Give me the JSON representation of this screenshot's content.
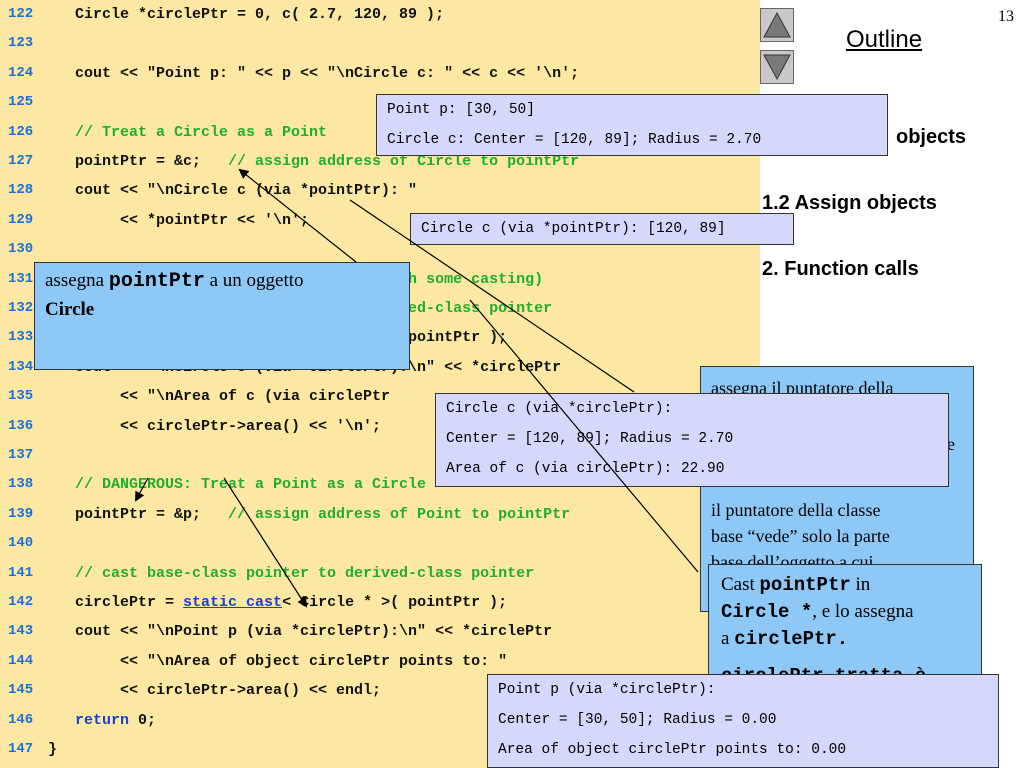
{
  "page_number": "13",
  "outline": {
    "title": "Outline",
    "items": [
      "objects",
      "1.2 Assign objects",
      "2. Function calls"
    ]
  },
  "code_lines": [
    {
      "num": "122",
      "parts": [
        {
          "t": "   Circle *circlePtr = 0, c( 2.7, 120, 89 );",
          "c": ""
        }
      ]
    },
    {
      "num": "123",
      "parts": []
    },
    {
      "num": "124",
      "parts": [
        {
          "t": "   cout << \"Point p: \" << p << \"\\nCircle c: \" << c << '\\n';",
          "c": ""
        }
      ]
    },
    {
      "num": "125",
      "parts": []
    },
    {
      "num": "126",
      "parts": [
        {
          "t": "   // Treat a Circle as a Point",
          "c": "cm"
        }
      ]
    },
    {
      "num": "127",
      "parts": [
        {
          "t": "   pointPtr = &c;   ",
          "c": ""
        },
        {
          "t": "// assign address of Circle to pointPtr",
          "c": "cm"
        }
      ]
    },
    {
      "num": "128",
      "parts": [
        {
          "t": "   cout << \"\\nCircle c (via *pointPtr): \"",
          "c": ""
        }
      ]
    },
    {
      "num": "129",
      "parts": [
        {
          "t": "        << *pointPtr << '\\n';",
          "c": ""
        }
      ]
    },
    {
      "num": "130",
      "parts": []
    },
    {
      "num": "131",
      "parts": [
        {
          "t": "                                     with some casting)",
          "c": "cm"
        }
      ]
    },
    {
      "num": "132",
      "parts": [
        {
          "t": "                                     rived-class pointer",
          "c": "cm"
        }
      ]
    },
    {
      "num": "133",
      "parts": [
        {
          "t": "                                   * >( pointPtr );",
          "c": ""
        }
      ]
    },
    {
      "num": "134",
      "parts": [
        {
          "t": "   cout << \"\\nCircle c (via *circlePtr):\\n\" << *circlePtr",
          "c": ""
        }
      ]
    },
    {
      "num": "135",
      "parts": [
        {
          "t": "        << \"\\nArea of c (via circlePtr",
          "c": ""
        }
      ]
    },
    {
      "num": "136",
      "parts": [
        {
          "t": "        << circlePtr->area() << '\\n';",
          "c": ""
        }
      ]
    },
    {
      "num": "137",
      "parts": []
    },
    {
      "num": "138",
      "parts": [
        {
          "t": "   // DANGEROUS: Treat a Point as a Circle",
          "c": "cm"
        }
      ]
    },
    {
      "num": "139",
      "parts": [
        {
          "t": "   pointPtr = &p;   ",
          "c": ""
        },
        {
          "t": "// assign address of Point to pointPtr",
          "c": "cm"
        }
      ]
    },
    {
      "num": "140",
      "parts": []
    },
    {
      "num": "141",
      "parts": [
        {
          "t": "   // cast base-class pointer to derived-class pointer",
          "c": "cm"
        }
      ]
    },
    {
      "num": "142",
      "parts": [
        {
          "t": "   circlePtr = ",
          "c": ""
        },
        {
          "t": "static_cast",
          "c": "kw u"
        },
        {
          "t": "< Circle * >( pointPtr );",
          "c": ""
        }
      ]
    },
    {
      "num": "143",
      "parts": [
        {
          "t": "   cout << \"\\nPoint p (via *circlePtr):\\n\" << *circlePtr",
          "c": ""
        }
      ]
    },
    {
      "num": "144",
      "parts": [
        {
          "t": "        << \"\\nArea of object circlePtr points to: \"",
          "c": ""
        }
      ]
    },
    {
      "num": "145",
      "parts": [
        {
          "t": "        << circlePtr->area() << endl;",
          "c": ""
        }
      ]
    },
    {
      "num": "146",
      "parts": [
        {
          "t": "   ",
          "c": ""
        },
        {
          "t": "return",
          "c": "kw"
        },
        {
          "t": " 0;",
          "c": ""
        }
      ]
    },
    {
      "num": "147",
      "parts": [
        {
          "t": "}",
          "c": ""
        }
      ]
    }
  ],
  "output_boxes": {
    "box1": [
      "Point p: [30, 50]",
      "Circle c: Center = [120, 89]; Radius = 2.70"
    ],
    "box2": [
      "Circle c (via *pointPtr): [120, 89]"
    ],
    "box3": [
      "Circle c (via *circlePtr):",
      "Center = [120, 89]; Radius = 2.70",
      "Area of c (via circlePtr): 22.90"
    ],
    "box4": [
      "Point p (via *circlePtr):",
      "Center = [30, 50]; Radius = 0.00",
      "Area of object circlePtr points to: 0.00"
    ]
  },
  "notes": {
    "assign": {
      "t1": "assegna ",
      "t2": "pointPtr",
      "t3": " a un oggetto",
      "t4": "Circle"
    },
    "right_upper": {
      "l1": "assegna il puntatore della",
      "l2": "e",
      "l3": "il puntatore della classe",
      "l4": "base “vede” solo la parte",
      "l5": "base dell’oggetto a cui"
    },
    "cast": {
      "t1": "Cast ",
      "t2": "pointPtr",
      "t3": " in",
      "t4": "Circle *",
      "t5": ", e lo assegna",
      "t6": "a ",
      "t7": "circlePtr.",
      "t8": "circlePtr tratta è"
    }
  },
  "colors": {
    "code_bg": "#fde8a3",
    "comment": "#1fae2c",
    "keyword": "#1a3fd6",
    "line_number": "#1a6fd6",
    "output_bg": "#d6d8fb",
    "note_bg": "#8ec8f7"
  },
  "icons": [
    "up-arrow-icon",
    "down-arrow-icon"
  ]
}
